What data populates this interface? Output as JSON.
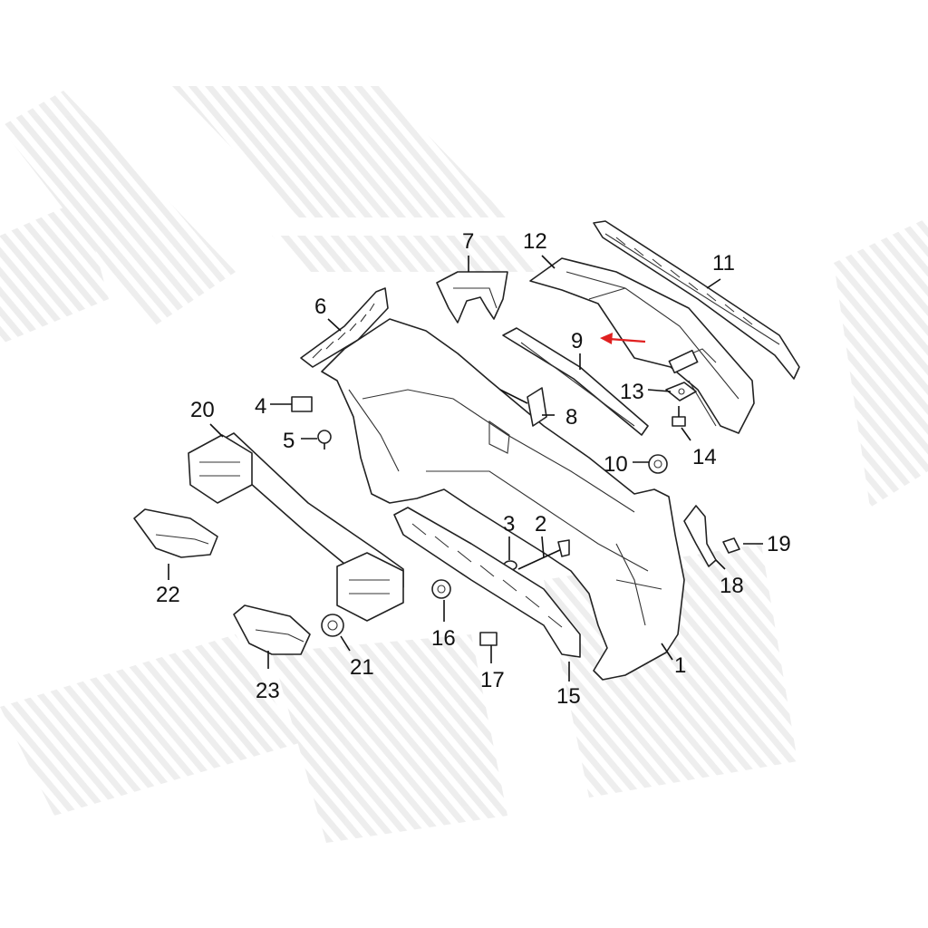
{
  "diagram": {
    "callouts": [
      {
        "id": "1",
        "label": "1"
      },
      {
        "id": "2",
        "label": "2"
      },
      {
        "id": "3",
        "label": "3"
      },
      {
        "id": "4",
        "label": "4"
      },
      {
        "id": "5",
        "label": "5"
      },
      {
        "id": "6",
        "label": "6"
      },
      {
        "id": "7",
        "label": "7"
      },
      {
        "id": "8",
        "label": "8"
      },
      {
        "id": "9",
        "label": "9"
      },
      {
        "id": "10",
        "label": "10"
      },
      {
        "id": "11",
        "label": "11"
      },
      {
        "id": "12",
        "label": "12"
      },
      {
        "id": "13",
        "label": "13"
      },
      {
        "id": "14",
        "label": "14"
      },
      {
        "id": "15",
        "label": "15"
      },
      {
        "id": "16",
        "label": "16"
      },
      {
        "id": "17",
        "label": "17"
      },
      {
        "id": "18",
        "label": "18"
      },
      {
        "id": "19",
        "label": "19"
      },
      {
        "id": "20",
        "label": "20"
      },
      {
        "id": "21",
        "label": "21"
      },
      {
        "id": "22",
        "label": "22"
      },
      {
        "id": "23",
        "label": "23"
      }
    ],
    "highlight_arrow_color": "#e02020",
    "highlighted_part": "9"
  }
}
